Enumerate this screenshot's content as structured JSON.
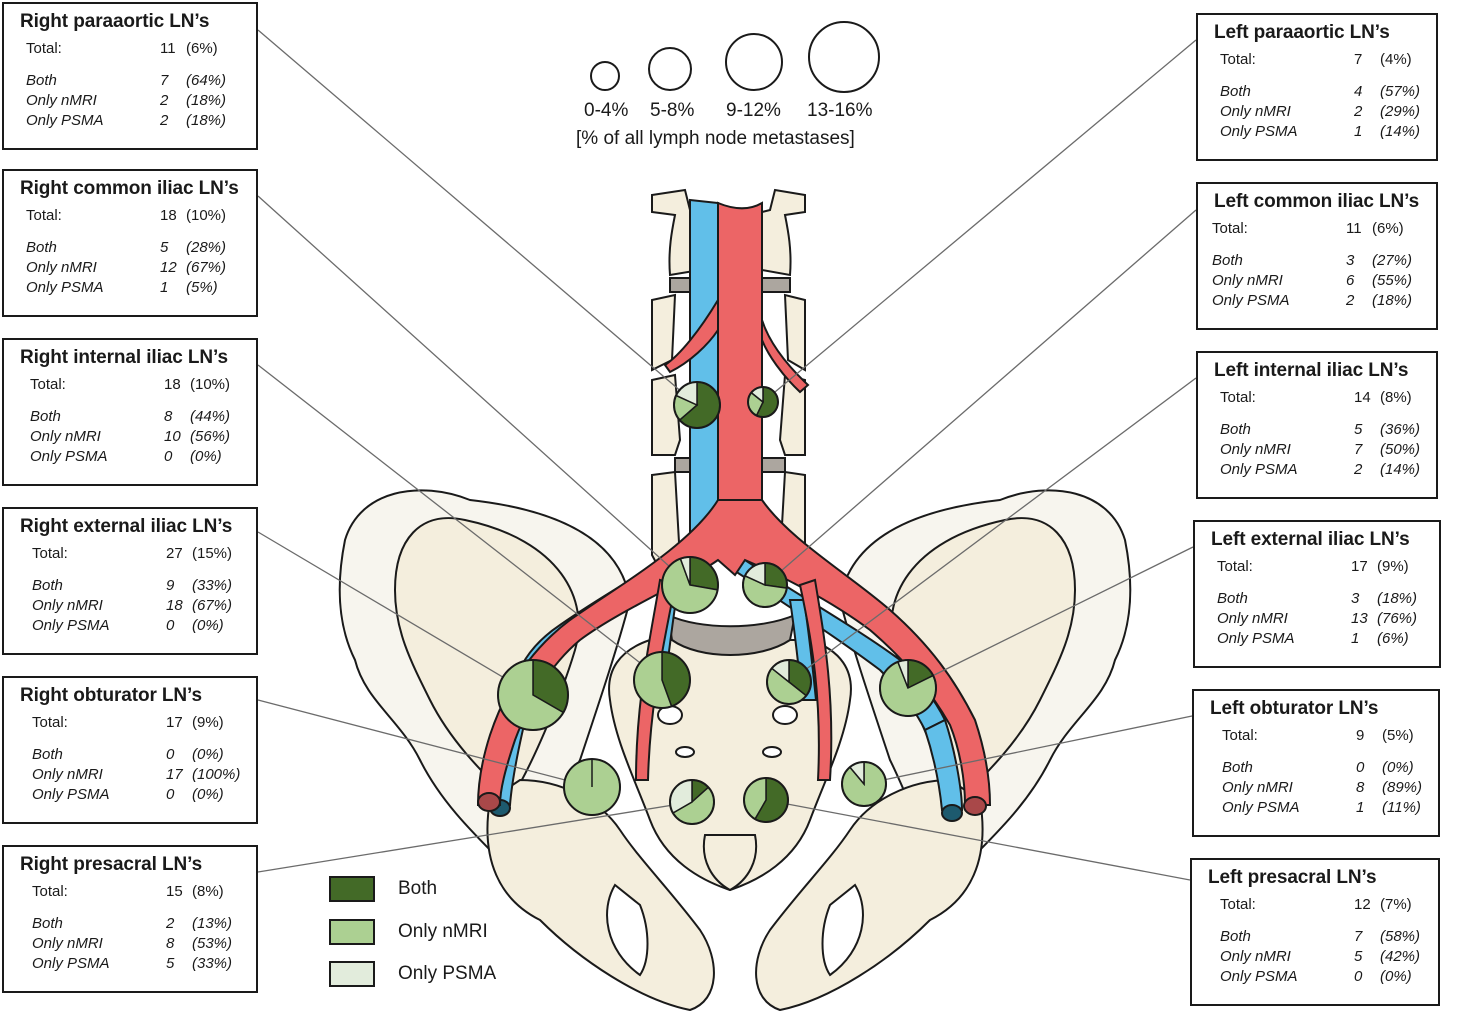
{
  "figure": {
    "size_scale": {
      "labels": [
        "0-4%",
        "5-8%",
        "9-12%",
        "13-16%"
      ],
      "caption": "[% of all lymph node metastases]"
    },
    "legend": {
      "items": [
        {
          "label": "Both",
          "color": "#436a27"
        },
        {
          "label": "Only nMRI",
          "color": "#acd092"
        },
        {
          "label": "Only PSMA",
          "color": "#e2ecdc"
        }
      ]
    },
    "colors": {
      "both": "#436a27",
      "only_nmri": "#acd092",
      "only_psma": "#e2ecdc",
      "artery": "#ec6566",
      "vein": "#61bfe9",
      "bone": "#f4eedd",
      "bone_light": "#f7f5ee",
      "disc": "#aca69f",
      "outline": "#1a1a1a",
      "leader_line": "#6b6b6b"
    },
    "row_labels": {
      "total": "Total:",
      "both": "Both",
      "only_nmri": "Only nMRI",
      "only_psma": "Only PSMA"
    },
    "regions": [
      {
        "id": "right-paraaortic",
        "title": "Right paraaortic LN’s",
        "total": "11",
        "total_pct": "(6%)",
        "both": "7",
        "both_pct": "(64%)",
        "nmri": "2",
        "nmri_pct": "(18%)",
        "psma": "2",
        "psma_pct": "(18%)",
        "counts": [
          7,
          2,
          2
        ]
      },
      {
        "id": "right-common-iliac",
        "title": "Right common iliac LN’s",
        "total": "18",
        "total_pct": "(10%)",
        "both": "5",
        "both_pct": "(28%)",
        "nmri": "12",
        "nmri_pct": "(67%)",
        "psma": "1",
        "psma_pct": "(5%)",
        "counts": [
          5,
          12,
          1
        ]
      },
      {
        "id": "right-internal-iliac",
        "title": "Right internal iliac LN’s",
        "total": "18",
        "total_pct": "(10%)",
        "both": "8",
        "both_pct": "(44%)",
        "nmri": "10",
        "nmri_pct": "(56%)",
        "psma": "0",
        "psma_pct": "(0%)",
        "counts": [
          8,
          10,
          0
        ]
      },
      {
        "id": "right-external-iliac",
        "title": "Right external iliac LN’s",
        "total": "27",
        "total_pct": "(15%)",
        "both": "9",
        "both_pct": "(33%)",
        "nmri": "18",
        "nmri_pct": "(67%)",
        "psma": "0",
        "psma_pct": "(0%)",
        "counts": [
          9,
          18,
          0
        ]
      },
      {
        "id": "right-obturator",
        "title": "Right obturator LN’s",
        "total": "17",
        "total_pct": "(9%)",
        "both": "0",
        "both_pct": "(0%)",
        "nmri": "17",
        "nmri_pct": "(100%)",
        "psma": "0",
        "psma_pct": "(0%)",
        "counts": [
          0,
          17,
          0
        ]
      },
      {
        "id": "right-presacral",
        "title": "Right presacral LN’s",
        "total": "15",
        "total_pct": "(8%)",
        "both": "2",
        "both_pct": "(13%)",
        "nmri": "8",
        "nmri_pct": "(53%)",
        "psma": "5",
        "psma_pct": "(33%)",
        "counts": [
          2,
          8,
          5
        ]
      },
      {
        "id": "left-paraaortic",
        "title": "Left paraaortic LN’s",
        "total": "7",
        "total_pct": "(4%)",
        "both": "4",
        "both_pct": "(57%)",
        "nmri": "2",
        "nmri_pct": "(29%)",
        "psma": "1",
        "psma_pct": "(14%)",
        "counts": [
          4,
          2,
          1
        ]
      },
      {
        "id": "left-common-iliac",
        "title": "Left common iliac LN’s",
        "total": "11",
        "total_pct": "(6%)",
        "both": "3",
        "both_pct": "(27%)",
        "nmri": "6",
        "nmri_pct": "(55%)",
        "psma": "2",
        "psma_pct": "(18%)",
        "counts": [
          3,
          6,
          2
        ]
      },
      {
        "id": "left-internal-iliac",
        "title": "Left internal iliac LN’s",
        "total": "14",
        "total_pct": "(8%)",
        "both": "5",
        "both_pct": "(36%)",
        "nmri": "7",
        "nmri_pct": "(50%)",
        "psma": "2",
        "psma_pct": "(14%)",
        "counts": [
          5,
          7,
          2
        ]
      },
      {
        "id": "left-external-iliac",
        "title": "Left external iliac LN’s",
        "total": "17",
        "total_pct": "(9%)",
        "both": "3",
        "both_pct": "(18%)",
        "nmri": "13",
        "nmri_pct": "(76%)",
        "psma": "1",
        "psma_pct": "(6%)",
        "counts": [
          3,
          13,
          1
        ]
      },
      {
        "id": "left-obturator",
        "title": "Left obturator LN’s",
        "total": "9",
        "total_pct": "(5%)",
        "both": "0",
        "both_pct": "(0%)",
        "nmri": "8",
        "nmri_pct": "(89%)",
        "psma": "1",
        "psma_pct": "(11%)",
        "counts": [
          0,
          8,
          1
        ]
      },
      {
        "id": "left-presacral",
        "title": "Left presacral LN’s",
        "total": "12",
        "total_pct": "(7%)",
        "both": "7",
        "both_pct": "(58%)",
        "nmri": "5",
        "nmri_pct": "(42%)",
        "psma": "0",
        "psma_pct": "(0%)",
        "counts": [
          7,
          5,
          0
        ]
      }
    ]
  }
}
